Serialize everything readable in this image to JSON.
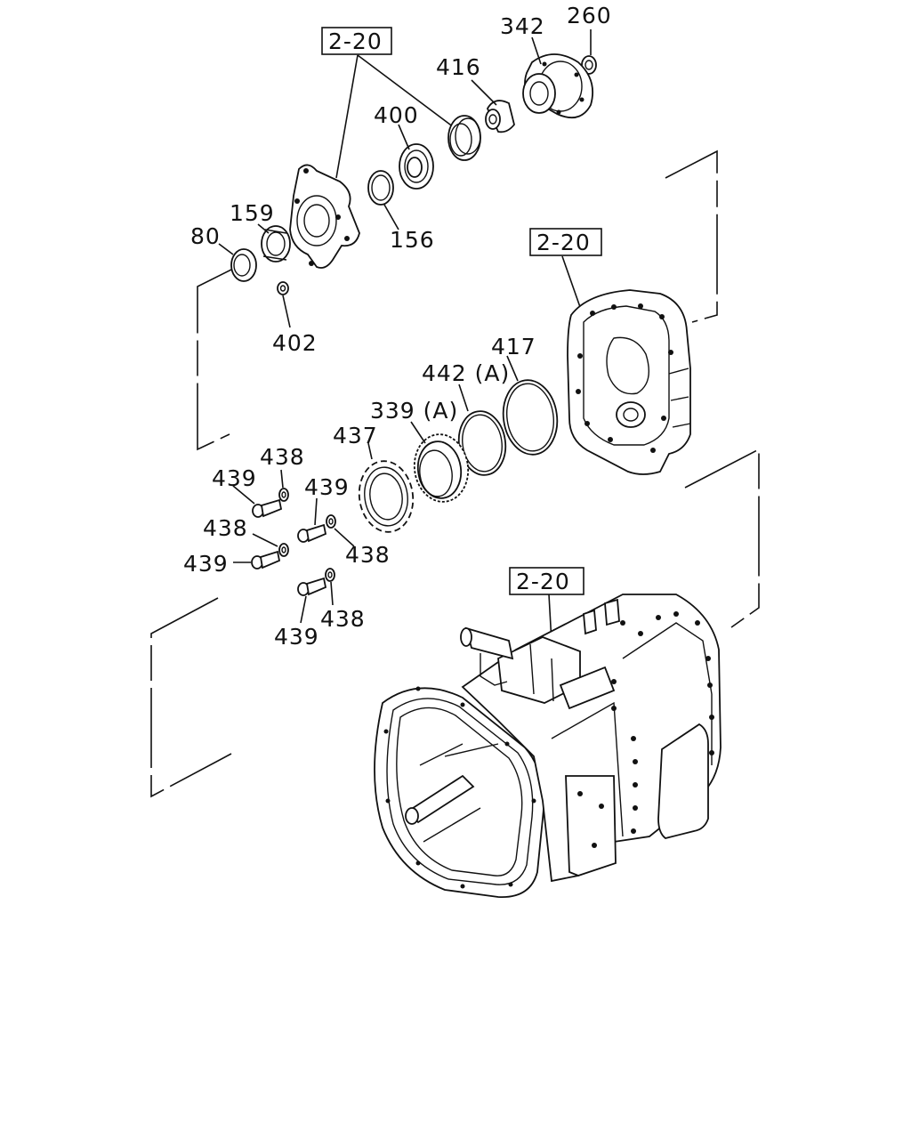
{
  "ref_boxes": [
    {
      "id": "ref-top",
      "text": "2-20"
    },
    {
      "id": "ref-housing",
      "text": "2-20"
    },
    {
      "id": "ref-transmission",
      "text": "2-20"
    }
  ],
  "callouts": {
    "p260": "260",
    "p342": "342",
    "p416": "416",
    "p400": "400",
    "p159": "159",
    "p80": "80",
    "p156": "156",
    "p402": "402",
    "p417": "417",
    "p442A": "442 (A)",
    "p339A": "339 (A)",
    "p437": "437",
    "p438a": "438",
    "p439a": "439",
    "p439b": "439",
    "p438b": "438",
    "p438c": "438",
    "p439c": "439",
    "p438d": "438",
    "p439d": "439"
  },
  "colors": {
    "ink": "#111111",
    "paper": "#ffffff"
  }
}
